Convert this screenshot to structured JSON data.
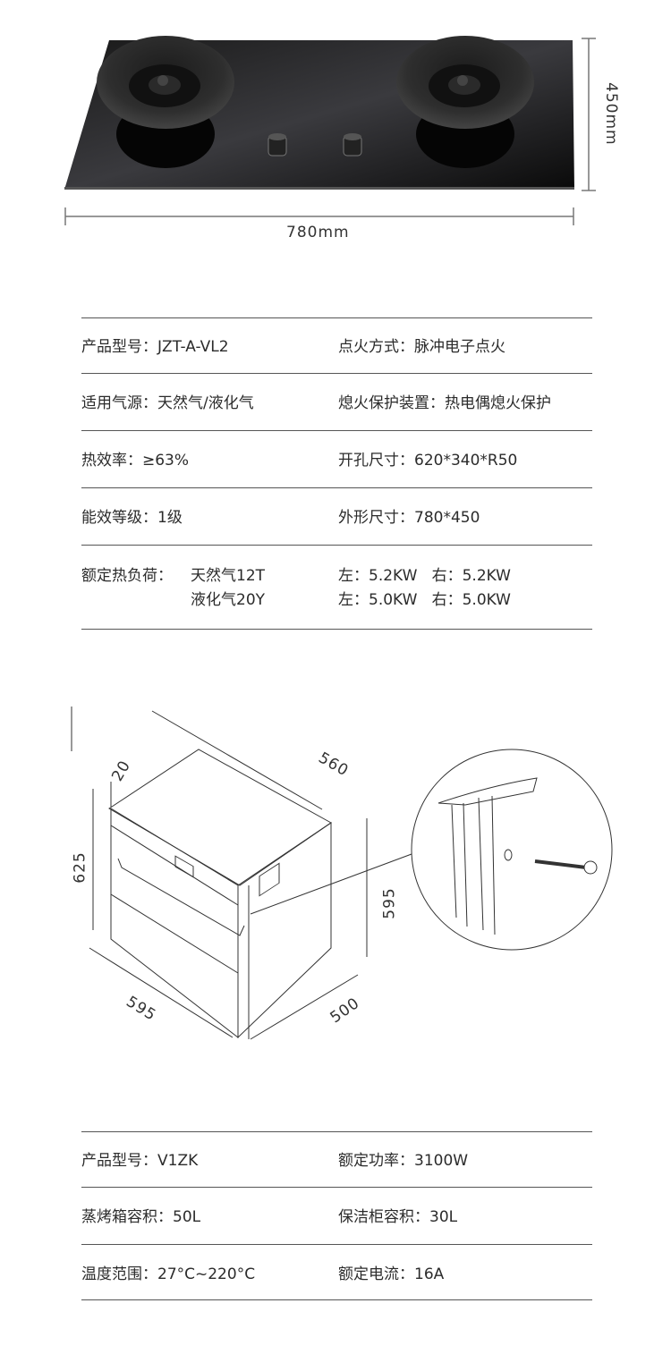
{
  "cooktop": {
    "width_label": "780mm",
    "height_label": "450mm"
  },
  "cooktop_specs": [
    {
      "left": "产品型号：JZT-A-VL2",
      "right": "点火方式：脉冲电子点火"
    },
    {
      "left": "适用气源：天然气/液化气",
      "right": "熄火保护装置：热电偶熄火保护"
    },
    {
      "left": "热效率：≥63%",
      "right": "开孔尺寸：620*340*R50"
    },
    {
      "left": "能效等级：1级",
      "right": "外形尺寸：780*450"
    }
  ],
  "rated_heat_load": {
    "label": "额定热负荷：",
    "rows": [
      {
        "gas": "天然气12T",
        "values": "左：5.2KW   右：5.2KW"
      },
      {
        "gas": "液化气20Y",
        "values": "左：5.0KW   右：5.0KW"
      }
    ]
  },
  "oven_diagram": {
    "dim_20": "20",
    "dim_560": "560",
    "dim_625": "625",
    "dim_595_height": "595",
    "dim_595_width": "595",
    "dim_500": "500"
  },
  "oven_specs": [
    {
      "left": "产品型号：V1ZK",
      "right": "额定功率：3100W"
    },
    {
      "left": "蒸烤箱容积：50L",
      "right": "保洁柜容积：30L"
    },
    {
      "left": "温度范围：27°C~220°C",
      "right": "额定电流：16A"
    }
  ]
}
